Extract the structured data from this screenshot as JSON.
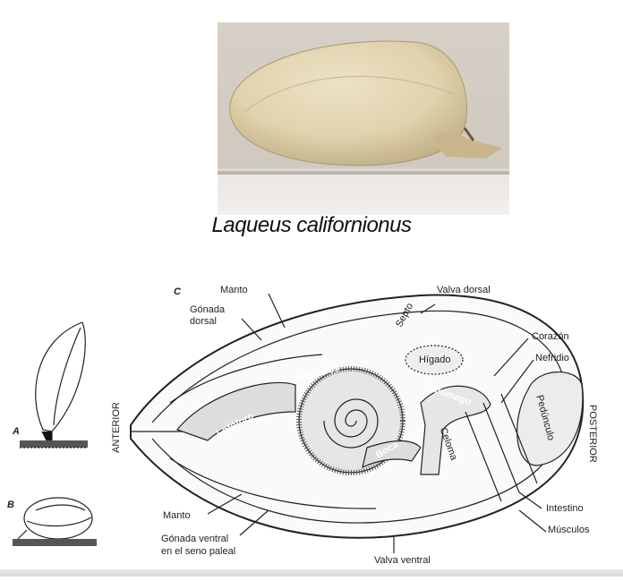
{
  "caption": "Laqueus californionus",
  "figure_letters": {
    "a": "A",
    "b": "B",
    "c": "C"
  },
  "orientation": {
    "anterior": "ANTERIOR",
    "posterior": "POSTERIOR"
  },
  "labels": {
    "manto_top": "Manto",
    "gonada_dorsal_1": "Gónada",
    "gonada_dorsal_2": "dorsal",
    "septo": "Septo",
    "valva_dorsal": "Valva dorsal",
    "higado": "Hígado",
    "corazon": "Corazón",
    "nefridio": "Nefridio",
    "tentaculos": "Tentáculos",
    "estomago": "Estómago",
    "lofoforo": "Lofóforo",
    "pedunculo": "Pedúnculo",
    "celoma": "Celoma",
    "boca": "Boca",
    "intestino": "Intestino",
    "manto_bottom": "Manto",
    "musculos": "Músculos",
    "gonada_ventral_1": "Gónada ventral",
    "gonada_ventral_2": "en el seno paleal",
    "valva_ventral": "Valva ventral"
  }
}
